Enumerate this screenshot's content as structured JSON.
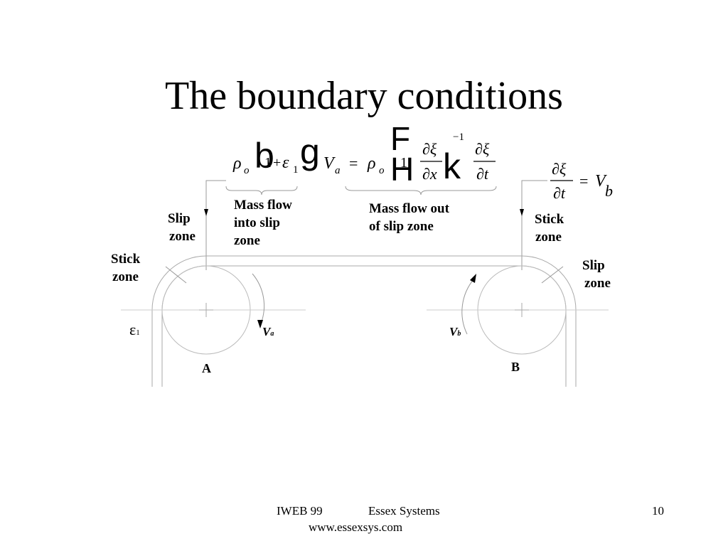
{
  "slide": {
    "title": "The boundary conditions"
  },
  "equation": {
    "rho": "ρ",
    "sub_o": "o",
    "b_glyph": "b",
    "one": "1",
    "plus": "+",
    "epsilon": "ε",
    "sub_1": "1",
    "g_glyph": "g",
    "v": "V",
    "sub_a": "a",
    "equals": "=",
    "F_glyph": "F",
    "H_glyph": "H",
    "k_glyph": "k",
    "minus_one": "−1",
    "d_xi": "∂ξ",
    "d_x": "∂x",
    "d_xi2": "∂ξ",
    "d_t": "∂t",
    "right_num": "∂ξ",
    "right_den": "∂t",
    "right_eq": "=",
    "right_v": "V",
    "right_sub_b": "b"
  },
  "labels": {
    "mass_flow_in": [
      "Mass flow",
      "into slip",
      "zone"
    ],
    "mass_flow_out": [
      "Mass flow out",
      "of slip zone"
    ],
    "slip_zone_left": [
      "Slip",
      "zone"
    ],
    "stick_zone_left": [
      "Stick",
      "zone"
    ],
    "stick_zone_right": [
      "Stick",
      "zone"
    ],
    "slip_zone_right": [
      "Slip",
      "zone"
    ],
    "epsilon_1": "ε",
    "epsilon_1_sub": "1",
    "va": "V",
    "va_sub": "a",
    "vb": "V",
    "vb_sub": "b",
    "roll_a": "A",
    "roll_b": "B"
  },
  "footer": {
    "event": "IWEB 99",
    "company": "Essex Systems",
    "url": "www.essexsys.com",
    "page_number": "10"
  }
}
